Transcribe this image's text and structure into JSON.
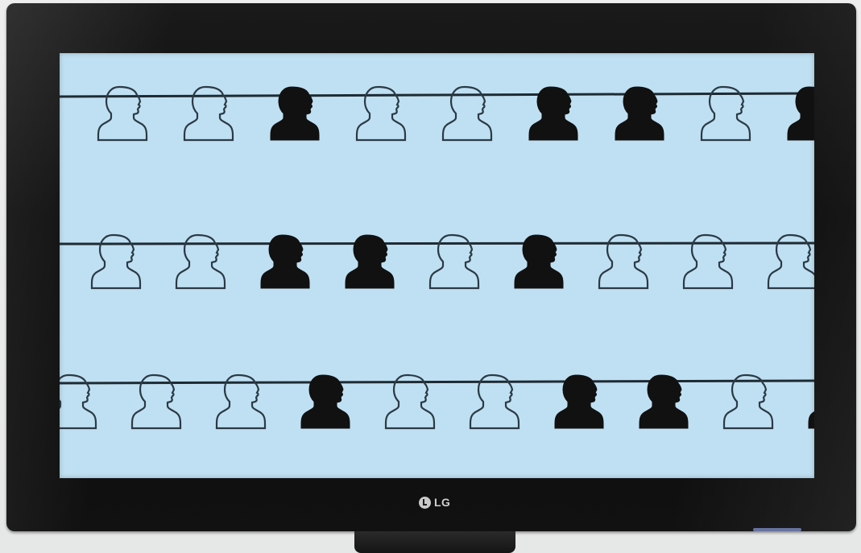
{
  "brand": {
    "logo_text": "LG"
  },
  "colors": {
    "screen_background": "#bfe0f2",
    "line": "#1e2a33",
    "filled_head": "#111111",
    "outline_head": "#2b3a45"
  },
  "icons": {
    "head": "head-silhouette-icon",
    "logo": "lg-logo-icon"
  },
  "rows": [
    {
      "name": "row-1",
      "heads": [
        "outline",
        "outline",
        "filled",
        "outline",
        "outline",
        "filled",
        "filled",
        "outline",
        "filled"
      ]
    },
    {
      "name": "row-2",
      "heads": [
        "outline",
        "outline",
        "filled",
        "filled",
        "outline",
        "filled",
        "outline",
        "outline",
        "outline"
      ]
    },
    {
      "name": "row-3",
      "heads": [
        "outline",
        "outline",
        "outline",
        "filled",
        "outline",
        "outline",
        "filled",
        "filled",
        "outline",
        "filled"
      ]
    }
  ]
}
